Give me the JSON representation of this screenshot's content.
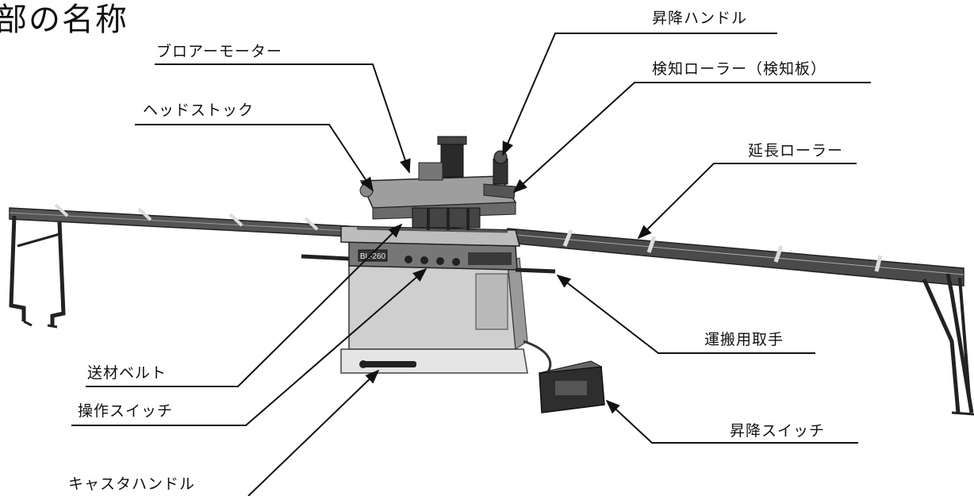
{
  "diagram": {
    "title": "部の名称",
    "labels": {
      "lift_handle": "昇降ハンドル",
      "blower_motor": "ブロアーモーター",
      "detection_roller": "検知ローラー（検知板）",
      "headstock": "ヘッドストック",
      "extension_roller": "延長ローラー",
      "feed_belt": "送材ベルト",
      "carry_handle": "運搬用取手",
      "operation_switch": "操作スイッチ",
      "lift_switch": "昇降スイッチ",
      "caster_handle": "キャスタハンドル"
    },
    "model_plate": "BL-260"
  }
}
